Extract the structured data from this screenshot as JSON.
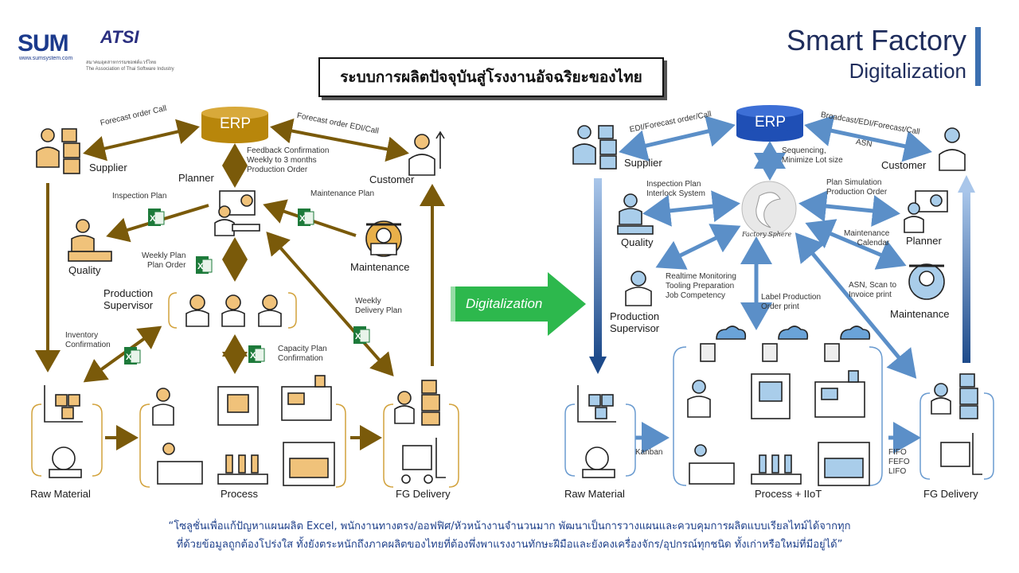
{
  "header": {
    "logo_sum": "SUM",
    "logo_sum_url": "www.sumsystem.com",
    "logo_atsi": "ATSI",
    "logo_atsi_sub": "สมาคมอุตสาหกรรมซอฟต์แวร์ไทย\nThe Association of Thai Software Industry",
    "title_main": "Smart Factory",
    "title_sub": "Digitalization",
    "thai_title": "ระบบการผลิตปัจจุบันสู่โรงงานอัจฉริยะของไทย"
  },
  "left": {
    "erp": "ERP",
    "supplier": "Supplier",
    "customer": "Customer",
    "planner": "Planner",
    "quality": "Quality",
    "maintenance": "Maintenance",
    "production_supervisor": "Production\nSupervisor",
    "raw_material": "Raw Material",
    "process": "Process",
    "fg_delivery": "FG Delivery",
    "forecast_order_call": "Forecast order Call",
    "forecast_order_edi_call": "Forecast order EDI/Call",
    "feedback": "Feedback Confirmation\nWeekly to 3 months\nProduction Order",
    "inspection_plan": "Inspection Plan",
    "maintenance_plan": "Maintenance Plan",
    "weekly_plan": "Weekly Plan\nPlan Order",
    "weekly_delivery_plan": "Weekly\nDelivery Plan",
    "inventory_confirmation": "Inventory\nConfirmation",
    "capacity_plan": "Capacity Plan\nConfirmation"
  },
  "transition": {
    "label": "Digitalization",
    "color": "#2db84d"
  },
  "right": {
    "erp": "ERP",
    "supplier": "Supplier",
    "customer": "Customer",
    "quality": "Quality",
    "planner": "Planner",
    "maintenance": "Maintenance",
    "production_supervisor": "Production\nSupervisor",
    "raw_material": "Raw Material",
    "process": "Process + IIoT",
    "fg_delivery": "FG Delivery",
    "factory_sphere": "Factory Sphere",
    "edi_forecast": "EDI/Forecast order/Call",
    "broadcast": "Broadcast/EDI/Forecast/Call",
    "asn": "ASN",
    "sequencing": "Sequencing,\nMinimize Lot size",
    "inspection_plan": "Inspection Plan\nInterlock System",
    "plan_simulation": "Plan Simulation\nProduction Order",
    "maintenance_calendar": "Maintenance\nCalendar",
    "realtime": "Realtime Monitoring\nTooling Preparation\nJob Competency",
    "label_production": "Label Production\nOrder print",
    "asn_scan": "ASN, Scan to\nInvoice print",
    "kanban": "Kanban",
    "fifo": "FIFO\nFEFO\nLIFO"
  },
  "footer": {
    "line1": "“โซลูชั่นเพื่อแก้ปัญหาแผนผลิต  Excel, พนักงานทางตรง/ออฟฟิศ/หัวหน้างานจำนวนมาก  พัฒนาเป็นการวางแผนและควบคุมการผลิตแบบเรียลไทม์ได้จากทุก",
    "line2": "ที่ด้วยข้อมูลถูกต้องโปร่งใส  ทั้งยังตระหนักถึงภาคผลิตของไทยที่ต้องพึ่งพาแรงงานทักษะฝีมือและยังคงเครื่องจักร/อุปกรณ์ทุกชนิด  ทั้งเก่าหรือใหม่ที่มีอยู่ได้”"
  },
  "colors": {
    "left_arrow": "#7a5a0a",
    "left_accent": "#e0a93a",
    "right_arrow": "#5b8fc8",
    "right_erp": "#1f4fb5",
    "excel": "#1d7a3a"
  }
}
